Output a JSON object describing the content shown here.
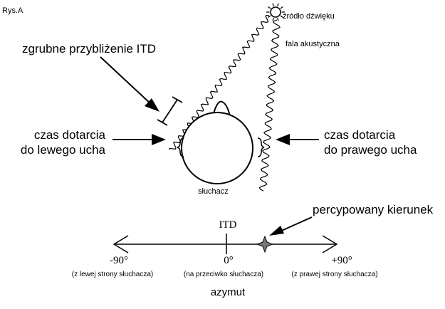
{
  "figure_label": "Rys.A",
  "labels": {
    "sound_source": "źródło dźwięku",
    "acoustic_wave": "fala akustyczna",
    "itd_approx": "zgrubne przybliżenie ITD",
    "left_time_line1": "czas dotarcia",
    "left_time_line2": "do lewego ucha",
    "right_time_line1": "czas dotarcia",
    "right_time_line2": "do prawego ucha",
    "listener": "słuchacz",
    "perceived_direction": "percypowany kierunek"
  },
  "axis": {
    "itd_label": "ITD",
    "tick_left": "-90°",
    "tick_center": "0°",
    "tick_right": "+90°",
    "note_left": "(z lewej strony słuchacza)",
    "note_center": "(na przeciwko słuchacza)",
    "note_right": "(z prawej strony słuchacza)",
    "title": "azymut"
  }
}
